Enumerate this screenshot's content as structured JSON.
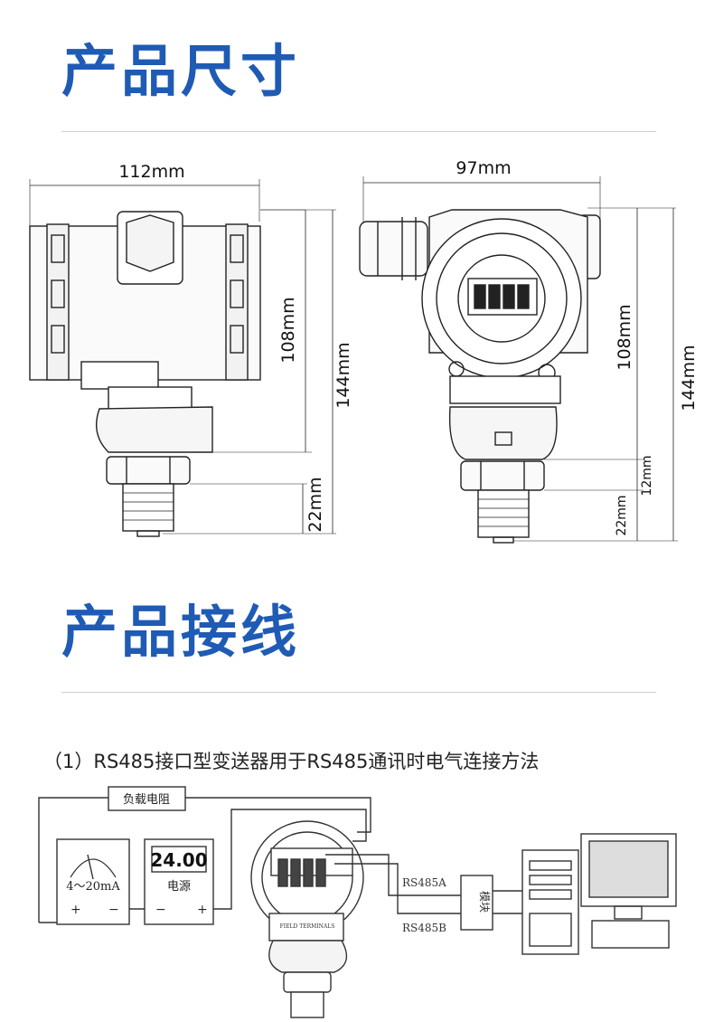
{
  "sections": {
    "dimensions_title": "产品尺寸",
    "wiring_title": "产品接线"
  },
  "side_view": {
    "width_label": "112mm",
    "height_label": "108mm",
    "total_label": "144mm",
    "thread_label": "22mm"
  },
  "front_view": {
    "width_label": "97mm",
    "height_label": "108mm",
    "total_label": "144mm",
    "nut_label": "12mm",
    "thread_label": "22mm"
  },
  "wiring": {
    "caption": "（1）RS485接口型变送器用于RS485通讯时电气连接方法",
    "load_resistor": "负载电阻",
    "meter_scale": "4～20mA",
    "power_display": "24.00",
    "power_label": "电源",
    "bus_a": "RS485A",
    "bus_b": "RS485B",
    "module": "模块",
    "plus": "+",
    "minus": "−",
    "field_terminals": "FIELD TERMINALS"
  },
  "colors": {
    "title_blue": "#1f5bb5",
    "line": "#222222"
  }
}
